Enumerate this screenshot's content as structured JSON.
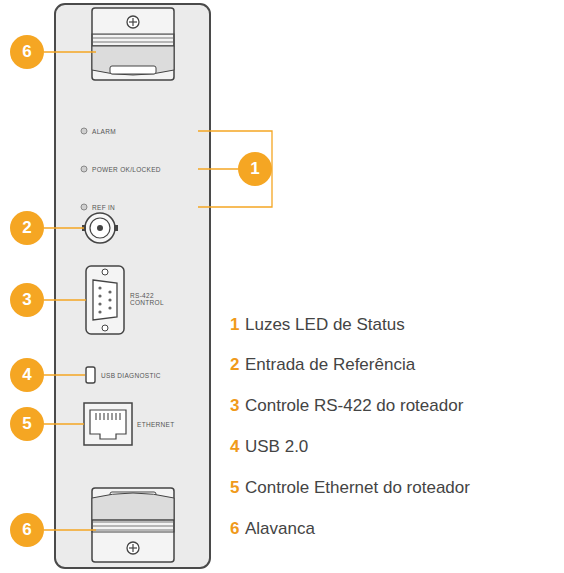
{
  "diagram": {
    "nodes": [
      {
        "text": [
          "6"
        ]
      },
      {
        "text": [
          "1"
        ]
      },
      {
        "text": [
          "2"
        ]
      },
      {
        "text": [
          "3"
        ]
      },
      {
        "text": [
          "4"
        ]
      },
      {
        "text": [
          "5"
        ]
      },
      {
        "text": [
          "6"
        ]
      }
    ],
    "labels": [
      "ALARM",
      "POWER OK/LOCKED",
      "REF IN",
      "RS-422 CONTROL",
      "USB DIAGNOSTIC",
      "ETHERNET",
      "1",
      "Luzes LED de Status",
      "2",
      "Entrada de Referência",
      "3",
      "Controle RS-422 do roteador",
      "4",
      "USB 2.0",
      "5",
      "Controle Ethernet do roteador",
      "6",
      "Alavanca"
    ]
  }
}
